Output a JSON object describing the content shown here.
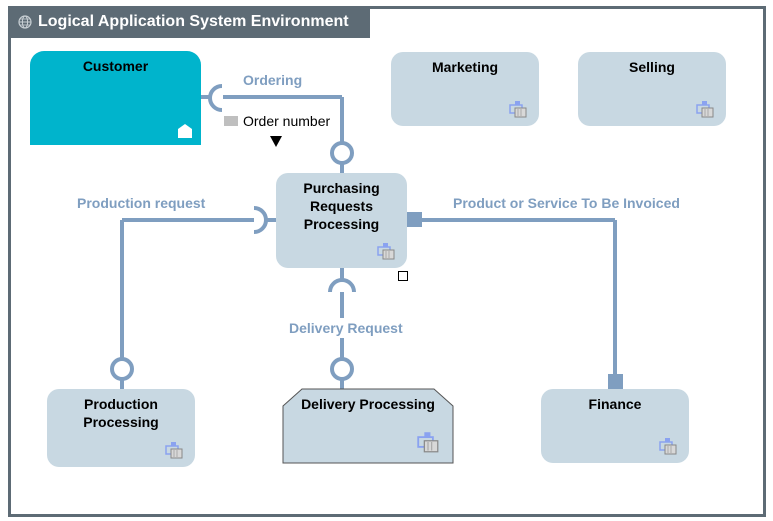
{
  "title": "Logical Application System Environment",
  "icons": {
    "title": "globe-icon",
    "node": "application-system-icon",
    "customer": "house-icon",
    "message": "envelope-icon"
  },
  "colors": {
    "frame": "#5d6b75",
    "node_fill": "#c8d8e2",
    "customer_fill": "#00b4cc",
    "connector": "#7f9ec0",
    "label": "#7f9ec0"
  },
  "nodes": {
    "customer": "Customer",
    "marketing": "Marketing",
    "selling": "Selling",
    "purchasing": "Purchasing Requests Processing",
    "production": "Production Processing",
    "delivery": "Delivery Processing",
    "finance": "Finance"
  },
  "edges": {
    "ordering": "Ordering",
    "order_number": "Order number",
    "production_request": "Production request",
    "invoiced": "Product or Service To Be Invoiced",
    "delivery_request": "Delivery Request"
  }
}
